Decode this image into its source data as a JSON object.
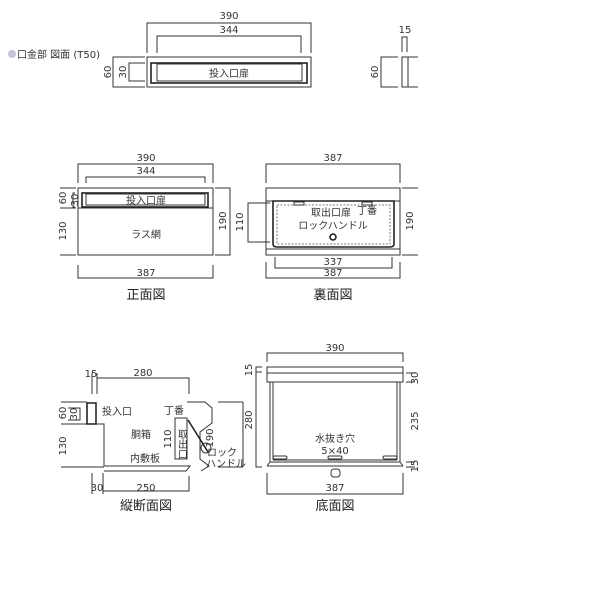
{
  "header": {
    "title": "口金部 図面 (T50)",
    "bullet_color": "#c8c4d8"
  },
  "top_detail": {
    "w390": "390",
    "w344": "344",
    "h60": "60",
    "h30": "30",
    "door": "投入口扉",
    "side_w15": "15",
    "side_h60": "60"
  },
  "front_view": {
    "w390": "390",
    "w344": "344",
    "w387": "387",
    "h60": "60",
    "h30": "30",
    "h130": "130",
    "h190": "190",
    "door": "投入口扉",
    "mesh": "ラス網",
    "caption": "正面図"
  },
  "back_view": {
    "w387_top": "387",
    "w337": "337",
    "w387_bottom": "387",
    "h110": "110",
    "h190": "190",
    "door": "取出口扉",
    "hinge": "丁番",
    "handle": "ロックハンドル",
    "caption": "裏面図"
  },
  "section_view": {
    "w15": "15",
    "w280": "280",
    "h60": "60",
    "h30": "30",
    "h130": "130",
    "h110": "110",
    "h190": "190",
    "w30": "30",
    "w250": "250",
    "slot": "投入口",
    "hinge": "丁番",
    "body": "胴箱",
    "take_out": "取出口",
    "plate": "内敷板",
    "handle_1": "ロック",
    "handle_2": "ハンドル",
    "caption": "縦断面図"
  },
  "bottom_view": {
    "w390": "390",
    "w387": "387",
    "h15_top": "15",
    "h30": "30",
    "h280": "280",
    "h235": "235",
    "h15_bottom": "15",
    "drain": "水抜き穴",
    "drain_size": "5×40",
    "caption": "底面図"
  }
}
